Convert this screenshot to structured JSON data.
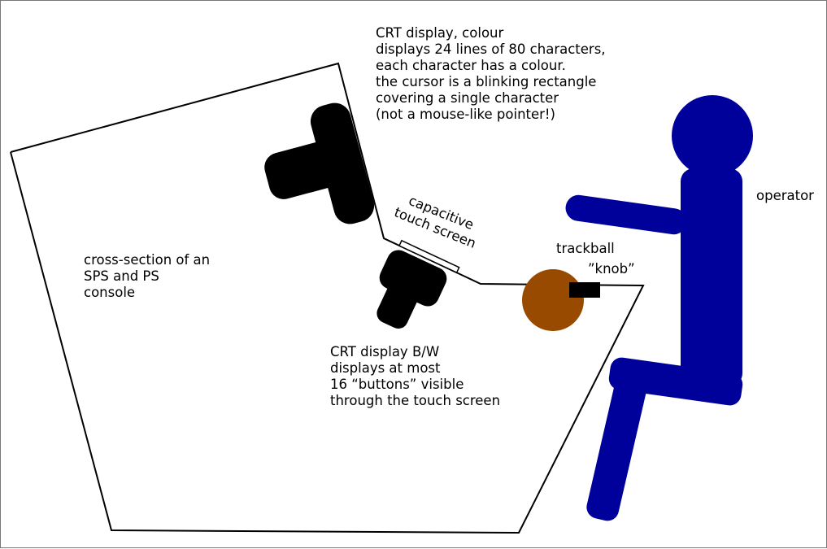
{
  "colors": {
    "outline": "#000000",
    "crt": "#000000",
    "operator": "#00009b",
    "trackball": "#984a00",
    "background": "#ffffff"
  },
  "labels": {
    "crt_colour": [
      "CRT display, colour",
      "displays 24 lines of 80 characters,",
      "each character has a colour.",
      "the cursor is a blinking rectangle",
      "covering a single character",
      "(not a mouse-like pointer!)"
    ],
    "console": [
      "cross-section of an",
      "SPS and PS",
      "console"
    ],
    "crt_bw": [
      "CRT display B/W",
      "displays at most",
      "16 “buttons” visible",
      "through the touch screen"
    ],
    "touch_screen": [
      "capacitive",
      "touch screen"
    ],
    "operator": "operator",
    "trackball": "trackball",
    "knob": "”knob”"
  }
}
